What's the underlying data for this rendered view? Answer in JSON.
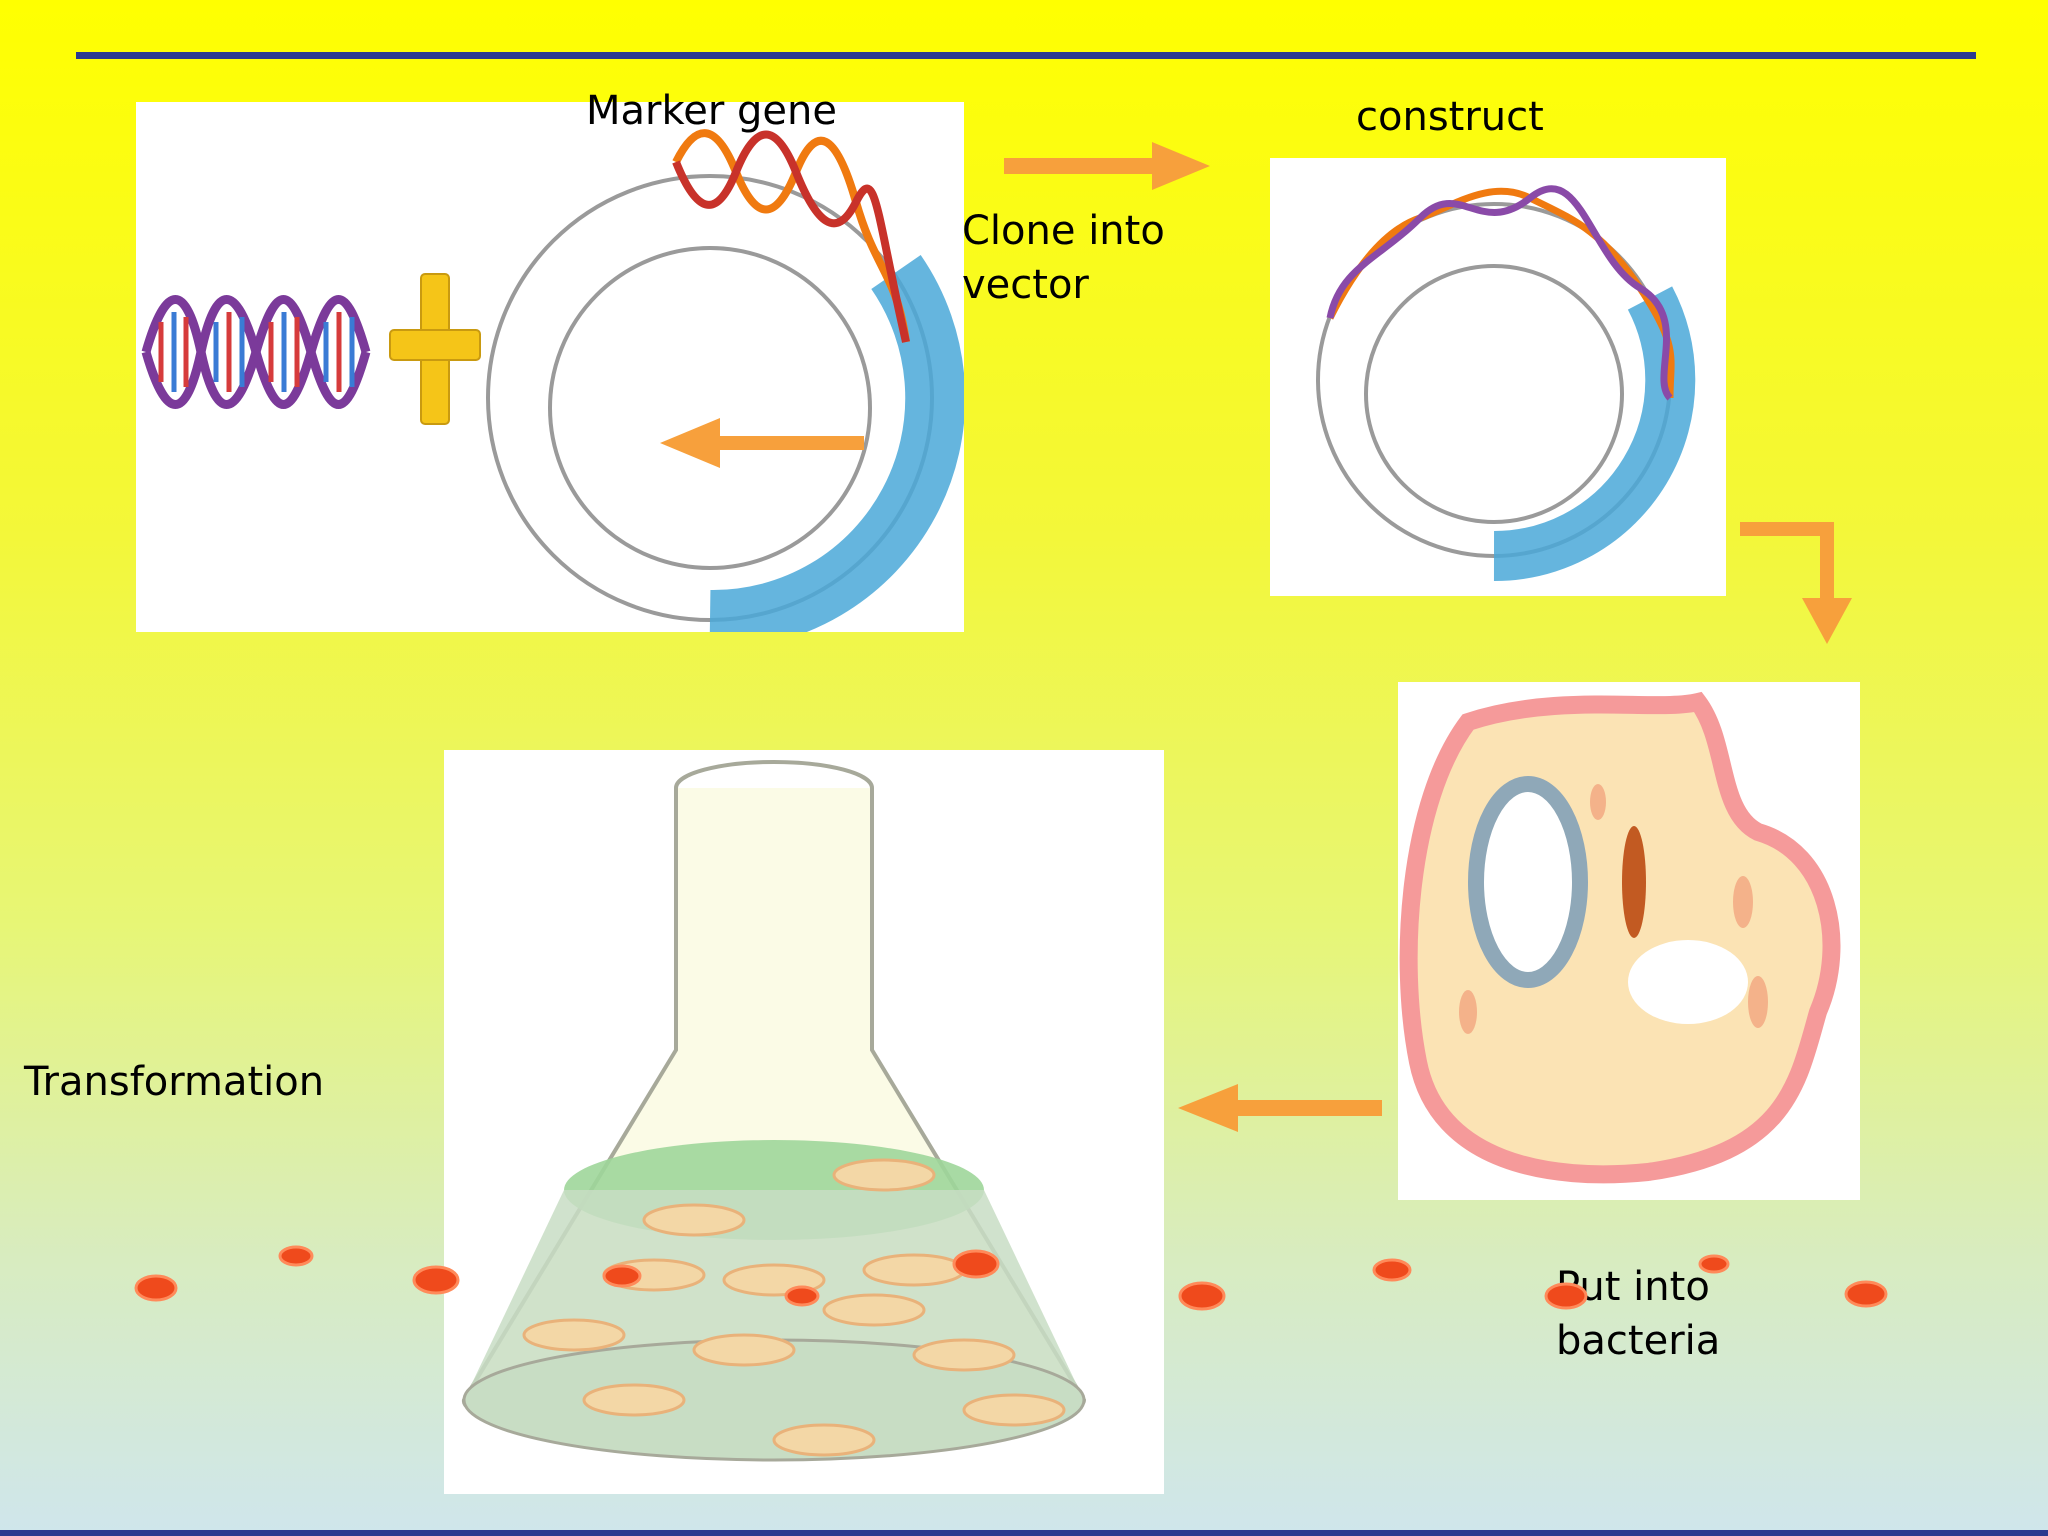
{
  "slide": {
    "title_rule_color": "#2b3a8f",
    "accent_arrow_color": "#f7a03c",
    "background_top": "#ffff00",
    "background_bottom": "#cfe6ec"
  },
  "labels": {
    "marker_gene": "Marker gene",
    "construct": "construct",
    "clone_into_vector": [
      "Clone into",
      "vector"
    ],
    "transformation": "Transformation",
    "put_into_bacteria": [
      "Put into",
      "bacteria"
    ]
  },
  "illustrations": {
    "dna_fragment": "dna-double-helix-icon",
    "plus": "plus-icon",
    "vector": "plasmid-ring-icon",
    "construct": "recombinant-plasmid-icon",
    "bacterium": "bacterial-cell-icon",
    "flask": "erlenmeyer-flask-icon"
  }
}
